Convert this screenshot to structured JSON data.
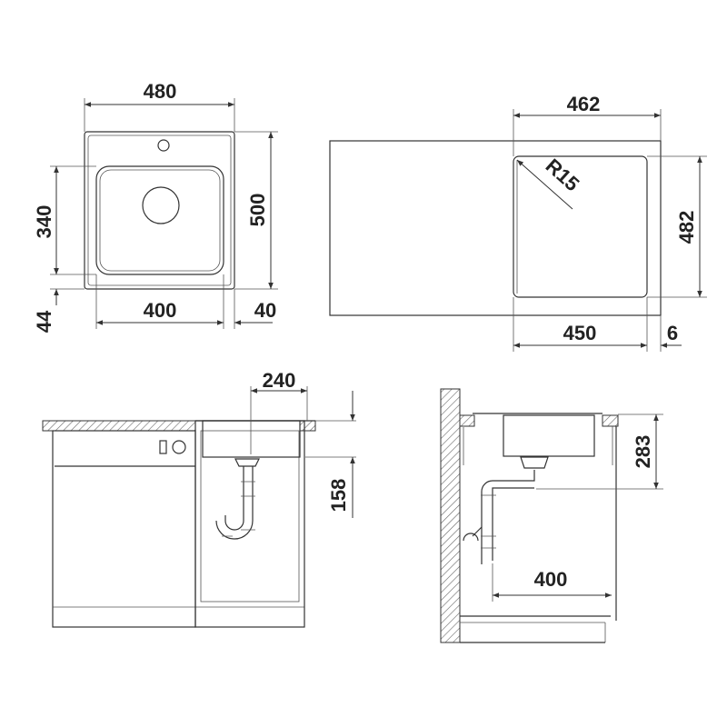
{
  "diagram": {
    "top_view_sink": {
      "overall_width": "480",
      "overall_depth": "500",
      "bowl_depth": "340",
      "bottom_margin": "44",
      "bowl_width": "400",
      "side_margin": "40"
    },
    "top_view_countertop": {
      "cutout_width": "462",
      "corner_radius": "R15",
      "cutout_depth": "482",
      "bowl_width": "450",
      "edge_gap": "6"
    },
    "front_view": {
      "drain_offset": "240",
      "bowl_height": "158"
    },
    "side_view": {
      "trap_height": "283",
      "cabinet_depth": "400"
    }
  },
  "colors": {
    "line": "#333333",
    "background": "#ffffff"
  }
}
